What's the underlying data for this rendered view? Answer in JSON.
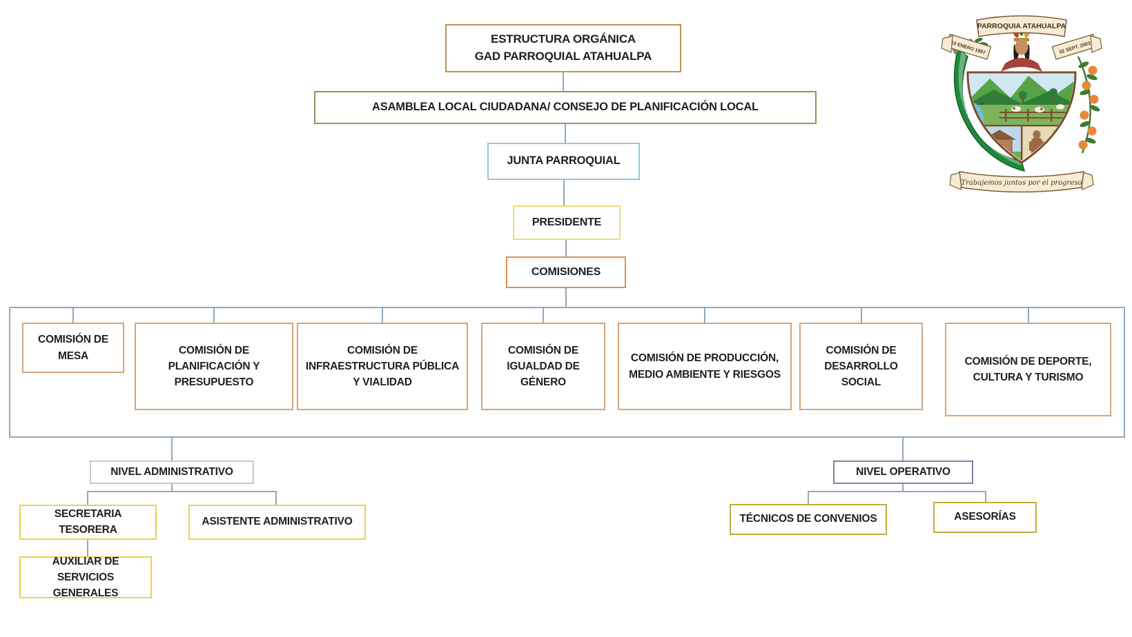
{
  "header": {
    "title_line1": "ESTRUCTURA ORGÁNICA",
    "title_line2": "GAD PARROQUIAL ATAHUALPA"
  },
  "org": {
    "asamblea": "ASAMBLEA LOCAL CIUDADANA/ CONSEJO DE PLANIFICACIÓN LOCAL",
    "junta": "JUNTA PARROQUIAL",
    "presidente": "PRESIDENTE",
    "comisiones_label": "COMISIONES"
  },
  "comisiones": {
    "items": [
      {
        "label": "COMISIÓN DE MESA"
      },
      {
        "label": "COMISIÓN DE PLANIFICACIÓN Y PRESUPUESTO"
      },
      {
        "label": "COMISIÓN DE INFRAESTRUCTURA PÚBLICA Y VIALIDAD"
      },
      {
        "label": "COMISIÓN DE IGUALDAD DE GÉNERO"
      },
      {
        "label": "COMISIÓN DE PRODUCCIÓN, MEDIO AMBIENTE Y RIESGOS"
      },
      {
        "label": "COMISIÓN DE DESARROLLO SOCIAL"
      },
      {
        "label": "COMISIÓN DE DEPORTE, CULTURA Y TURISMO"
      }
    ]
  },
  "niveles": {
    "administrativo": {
      "label": "NIVEL ADMINISTRATIVO",
      "children": [
        {
          "label": "SECRETARIA TESORERA"
        },
        {
          "label": "ASISTENTE ADMINISTRATIVO"
        }
      ],
      "sub_child": {
        "label": "AUXILIAR DE SERVICIOS GENERALES"
      }
    },
    "operativo": {
      "label": "NIVEL OPERATIVO",
      "children": [
        {
          "label": "TÉCNICOS DE CONVENIOS"
        },
        {
          "label": "ASESORÍAS"
        }
      ]
    }
  },
  "logo": {
    "top_banner": "PARROQUIA ATAHUALPA",
    "left_date": "10 ENERO 1997",
    "right_date": "02 SEPT. 2003",
    "motto": "Trabajemos juntos por el progreso"
  },
  "colors": {
    "connector": "#8fa8be",
    "estructura_border": "#be9358",
    "asamblea_border": "#7f9f5d",
    "junta_border": "#9dc3db",
    "presidente_border": "#ecdc72",
    "comisiones_border": "#de9051",
    "comision_child_border": "#d5a478",
    "container_border": "#8fa8be",
    "nivel_admin_border": "#c9c9c9",
    "nivel_oper_border": "#8e7ba5",
    "admin_child_border": "#e9d34e",
    "oper_child_border": "#c3ac3c",
    "text": "#1f1f1f",
    "logo_banner_fill": "#f6ebd3",
    "logo_banner_stroke": "#7a5c3a",
    "logo_ribbon_green": "#1e8a3c",
    "logo_orange": "#e8873a"
  }
}
